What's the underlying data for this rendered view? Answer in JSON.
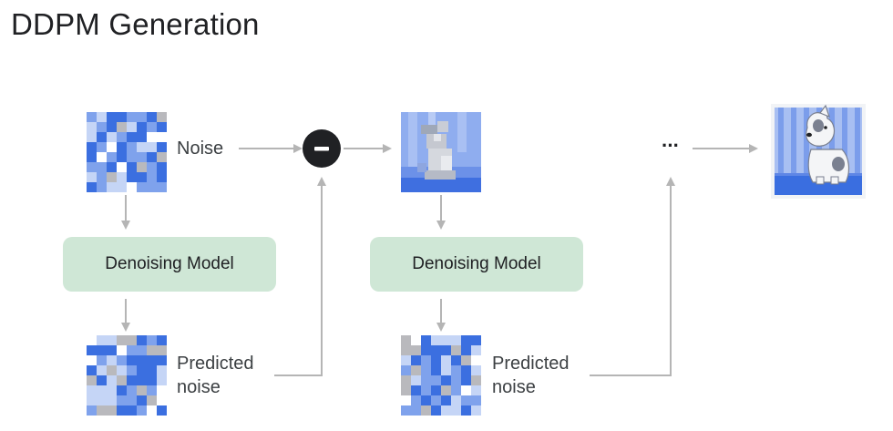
{
  "title": "DDPM Generation",
  "labels": {
    "noise": "Noise",
    "model_1": "Denoising Model",
    "model_2": "Denoising Model",
    "predicted_1_line1": "Predicted",
    "predicted_1_line2": "noise",
    "predicted_2_line1": "Predicted",
    "predicted_2_line2": "noise",
    "minus_symbol": "–",
    "ellipsis": "···"
  },
  "colors": {
    "arrow": "#b5b5b5",
    "model_fill": "#cfe7d6",
    "operator_fill": "#202124",
    "blue_dark": "#3b6fe0",
    "blue_mid": "#7fa2ec",
    "blue_light": "#c5d5f6",
    "gray": "#b9b9bd"
  },
  "icons": {
    "operator": "minus-circle-icon",
    "noise_image": "noise-grid-icon",
    "partial_image": "partially-denoised-dog-icon",
    "final_image": "dog-illustration-icon"
  }
}
